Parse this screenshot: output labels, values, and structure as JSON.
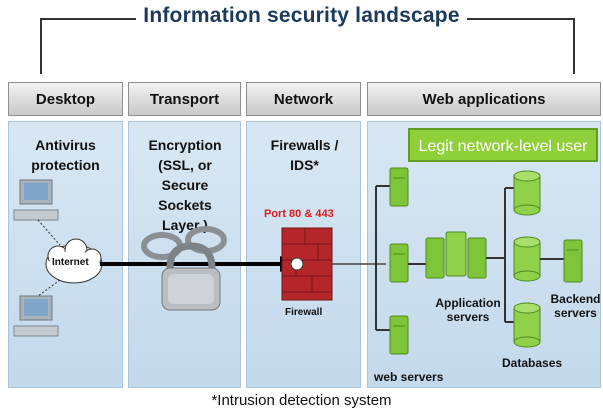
{
  "title": "Information security landscape",
  "columns": [
    {
      "header": "Desktop",
      "text": "Antivirus protection"
    },
    {
      "header": "Transport",
      "text": "Encryption (SSL, or Secure Sockets Layer )"
    },
    {
      "header": "Network",
      "text": "Firewalls / IDS*"
    },
    {
      "header": "Web applications",
      "text": ""
    }
  ],
  "legit_user": "Legit network-level user",
  "internet_label": "Internet",
  "port_label": "Port 80 & 443",
  "firewall_label": "Firewall",
  "web_servers_label": "web servers",
  "app_servers_label": "Application servers",
  "backend_servers_label": "Backend servers",
  "databases_label": "Databases",
  "footnote": "*Intrusion detection system",
  "colors": {
    "title": "#1b3a5c",
    "panel": "#c8dcee",
    "legit_bg": "#8fcf3a",
    "server_green": "#7fc53a",
    "firewall_red": "#b5262b",
    "port_label": "#e01b1b"
  }
}
